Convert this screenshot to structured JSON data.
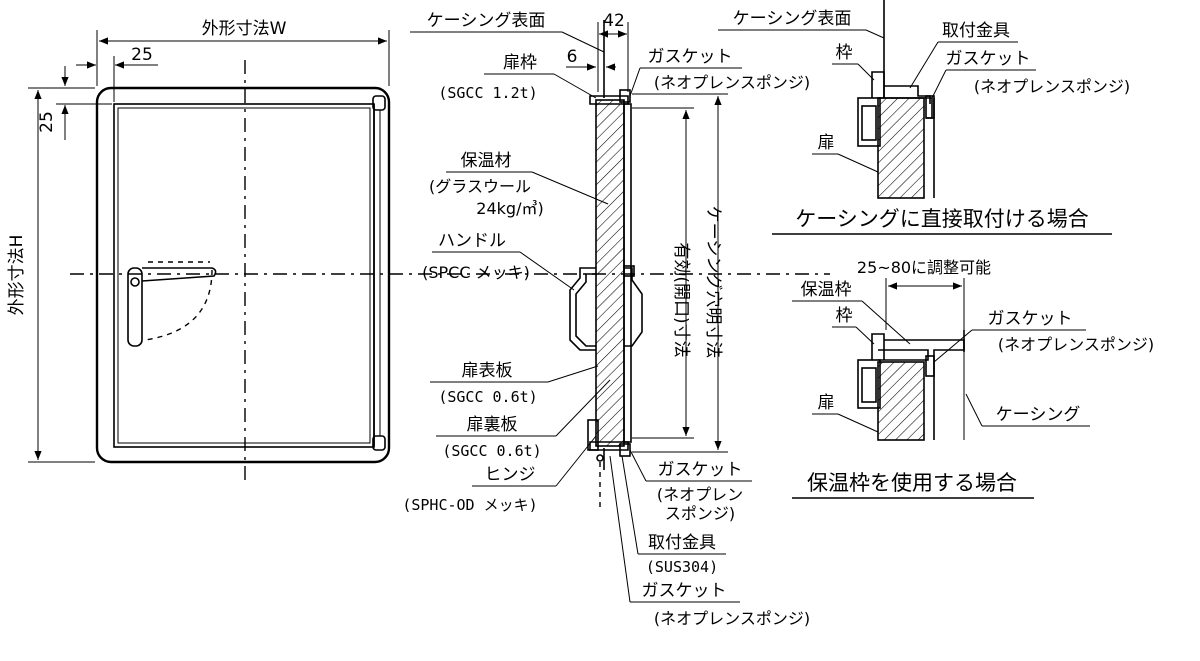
{
  "front": {
    "width_label": "外形寸法W",
    "height_label": "外形寸法H",
    "dim_25_top": "25",
    "dim_25_left": "25"
  },
  "section": {
    "dim_42": "42",
    "dim_6": "6",
    "casing_surface": "ケーシング表面",
    "door_frame": "扉枠",
    "door_frame_spec": "(SGCC 1.2t)",
    "gasket_top": "ガスケット",
    "gasket_top_spec": "(ネオプレンスポンジ)",
    "insulation": "保温材",
    "insulation_spec": "(グラスウール",
    "insulation_density": "24kg/㎥)",
    "handle": "ハンドル",
    "handle_spec": "(SPCC メッキ)",
    "door_surface_plate": "扉表板",
    "door_surface_spec": "(SGCC 0.6t)",
    "door_back_plate": "扉裏板",
    "door_back_spec": "(SGCC 0.6t)",
    "hinge": "ヒンジ",
    "hinge_spec": "(SPHC-OD メッキ)",
    "gasket_mid": "ガスケット",
    "gasket_mid_spec1": "(ネオプレン",
    "gasket_mid_spec2": "スポンジ)",
    "bracket": "取付金具",
    "bracket_spec": "(SUS304)",
    "gasket_bottom": "ガスケット",
    "gasket_bottom_spec": "(ネオプレンスポンジ)",
    "effective_opening": "有効(開口)寸法",
    "casing_hole": "ケーシング穴明寸法"
  },
  "detail_direct": {
    "casing_surface": "ケーシング表面",
    "bracket": "取付金具",
    "frame": "枠",
    "gasket": "ガスケット",
    "gasket_spec": "(ネオプレンスポンジ)",
    "door": "扉",
    "title": "ケーシングに直接取付ける場合"
  },
  "detail_insulated": {
    "adjustable": "25~80に調整可能",
    "insulation_frame": "保温枠",
    "frame": "枠",
    "gasket": "ガスケット",
    "gasket_spec": "(ネオプレンスポンジ)",
    "door": "扉",
    "casing": "ケーシング",
    "title": "保温枠を使用する場合"
  }
}
